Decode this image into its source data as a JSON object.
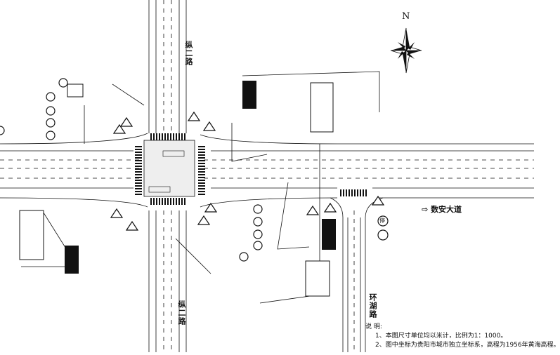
{
  "compass": {
    "north_letter": "N"
  },
  "roads": {
    "north_name": "纵二路",
    "south_name": "纵二路",
    "branch_name": "环湖路"
  },
  "destination": {
    "arrow": "⇨",
    "label": "数安大道"
  },
  "notes": {
    "heading": "说 明:",
    "items": [
      "1、本图尺寸单位均以米计，比例为1：1000。",
      "2、图中坐标为贵阳市城市独立坐标系，高程为1956年黄海高程。"
    ]
  },
  "signs": {
    "stop_label": "停",
    "direction_board_text": "纵二路"
  },
  "colors": {
    "line": "#111111",
    "fill_dark": "#111111",
    "background": "#ffffff"
  }
}
